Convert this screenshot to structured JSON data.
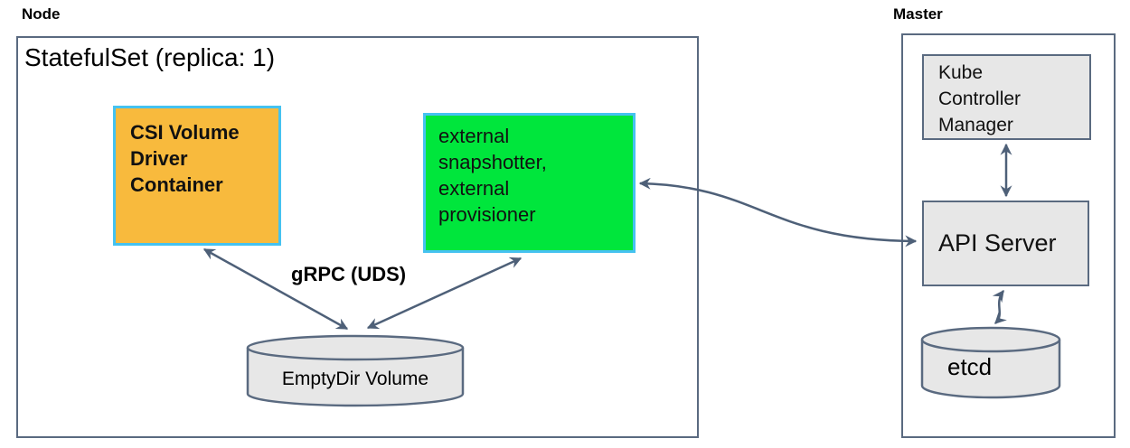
{
  "colors": {
    "accent_orange": "#F8BA3D",
    "accent_green": "#00E63C",
    "box_border_blue": "#45C2F0",
    "gray_fill": "#E7E7E7",
    "outline": "#5A6A80",
    "arrow": "#4E6078"
  },
  "node": {
    "label": "Node",
    "statefulset_title": "StatefulSet (replica: 1)",
    "csi_driver_label": "CSI Volume\nDriver\nContainer",
    "sidecars_label": "external\nsnapshotter,\nexternal\nprovisioner",
    "emptydir_label": "EmptyDir Volume",
    "grpc_label": "gRPC (UDS)"
  },
  "master": {
    "label": "Master",
    "kube_controller_manager_label": "Kube\nController\nManager",
    "api_server_label": "API Server",
    "etcd_label": "etcd"
  }
}
